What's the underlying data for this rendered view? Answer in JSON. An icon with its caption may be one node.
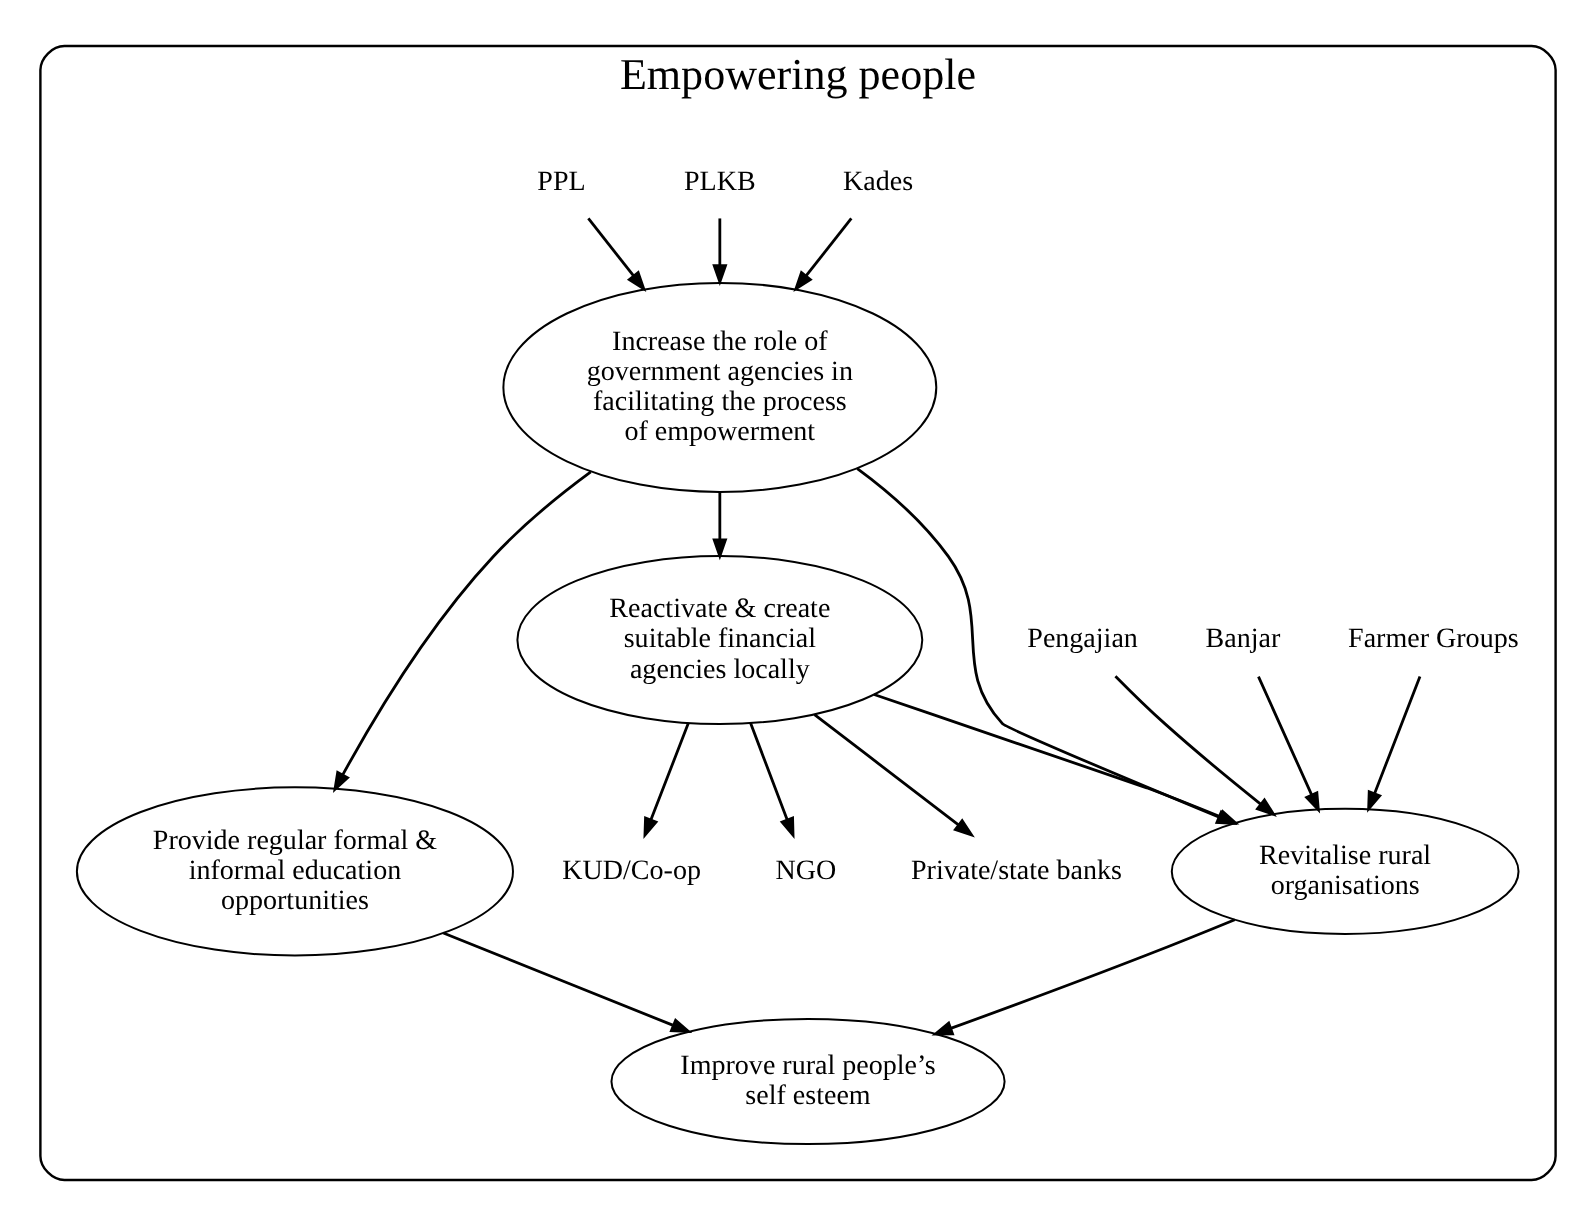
{
  "diagram": {
    "nodes": [
      {
        "text": [
          "Empowering people"
        ]
      },
      {
        "text": [
          "Farmer Groups"
        ],
        "in": 0
      },
      {
        "text": [
          "Banjar"
        ],
        "in": 0
      },
      {
        "text": [
          "Improve rural people’s self esteem"
        ],
        "in": 0
      },
      {
        "text": [
          "Revitalise rural organisations"
        ],
        "in": 0
      },
      {
        "text": [
          "Kades"
        ],
        "in": 0
      },
      {
        "text": [
          "PLKB"
        ],
        "in": 0
      },
      {
        "text": [
          "Pengajian"
        ],
        "in": 0
      },
      {
        "text": [
          "PPL"
        ],
        "in": 0
      },
      {
        "text": [
          "Increase the role of government agencies in facilitating the process of empowerment"
        ],
        "in": 0
      },
      {
        "text": [
          "Provide regular formal & informal education opportunities"
        ],
        "in": 0
      },
      {
        "text": [
          "Reactivate & create suitable financial agencies locally"
        ],
        "in": 0
      },
      {
        "text": [
          "Private/state banks"
        ],
        "in": 0
      },
      {
        "text": [
          "KUD/Co-op"
        ],
        "in": 0
      },
      {
        "text": [
          "NGO"
        ],
        "in": 0
      }
    ],
    "edges": [
      {
        "from": 4,
        "to": 3,
        "arrow": "to"
      },
      {
        "from": 1,
        "to": 4,
        "arrow": "to"
      },
      {
        "from": 2,
        "to": 4,
        "arrow": "to"
      },
      {
        "from": 7,
        "to": 4,
        "arrow": "to"
      },
      {
        "from": 5,
        "to": 9,
        "arrow": "to"
      },
      {
        "from": 6,
        "to": 9,
        "arrow": "to"
      },
      {
        "from": 8,
        "to": 9,
        "arrow": "to"
      },
      {
        "from": 9,
        "to": 4,
        "arrow": "to"
      },
      {
        "from": 10,
        "to": 3,
        "arrow": "to"
      },
      {
        "from": 9,
        "to": 10,
        "arrow": "to"
      },
      {
        "from": 9,
        "to": 11,
        "arrow": "to"
      },
      {
        "from": 11,
        "to": 4,
        "arrow": "to"
      },
      {
        "from": 11,
        "to": 12,
        "arrow": "to"
      },
      {
        "from": 11,
        "to": 13,
        "arrow": "to"
      },
      {
        "from": 11,
        "to": 14,
        "arrow": "to"
      }
    ]
  }
}
